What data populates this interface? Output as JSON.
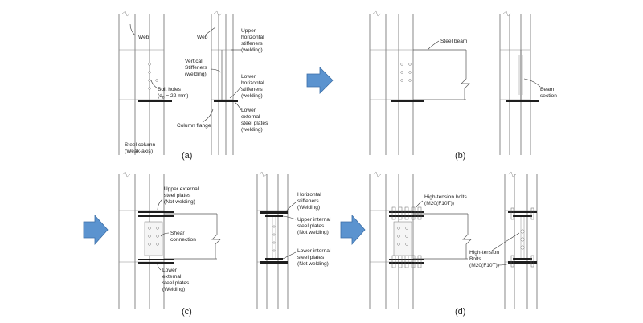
{
  "panels": {
    "a": {
      "caption": "(a)",
      "labels": {
        "web_left": "Web",
        "bolt_holes_1": "Bolt holes",
        "bolt_holes_2": "(d",
        "bolt_holes_sub": "b",
        "bolt_holes_3": " = 22 mm)",
        "steel_column_1": "Steel column",
        "steel_column_2": "(Weak-axis)",
        "web_right": "Web",
        "upper_h_1": "Upper",
        "upper_h_2": "horizontal",
        "upper_h_3": "stiffeners",
        "upper_h_4": "(welding)",
        "vertical_1": "Vertical",
        "vertical_2": "Stiffeners",
        "vertical_3": "(welding)",
        "lower_h_1": "Lower",
        "lower_h_2": "horizontal",
        "lower_h_3": "stiffeners",
        "lower_h_4": "(welding)",
        "lower_ext_1": "Lower",
        "lower_ext_2": "external",
        "lower_ext_3": "steel plates",
        "lower_ext_4": "(welding)",
        "column_flange": "Column flange"
      }
    },
    "b": {
      "caption": "(b)",
      "labels": {
        "steel_beam": "Steel beam",
        "beam_section_1": "Beam",
        "beam_section_2": "section"
      }
    },
    "c": {
      "caption": "(c)",
      "labels": {
        "upper_ext_1": "Upper external",
        "upper_ext_2": "steel plates",
        "upper_ext_3": "(Not welding)",
        "shear_1": "Shear",
        "shear_2": "connection",
        "lower_ext_1": "Lower",
        "lower_ext_2": "external",
        "lower_ext_3": "steel plates",
        "lower_ext_4": "(Welding)",
        "horiz_1": "Horizontal",
        "horiz_2": "stiffeners",
        "horiz_3": "(Welding)",
        "upper_int_1": "Upper internal",
        "upper_int_2": "steel plates",
        "upper_int_3": "(Not welding)",
        "lower_int_1": "Lower internal",
        "lower_int_2": "steel plates",
        "lower_int_3": "(Not welding)"
      }
    },
    "d": {
      "caption": "(d)",
      "labels": {
        "htb_top_1": "High-tension bolts",
        "htb_top_2": "(M20(F10T))",
        "htb_right_1": "High-tension",
        "htb_right_2": "Bolts",
        "htb_right_3": "(M20(F10T))"
      }
    }
  },
  "colors": {
    "arrow": "#5b93cf",
    "plate": "#1e1e1e",
    "line": "#555555"
  }
}
